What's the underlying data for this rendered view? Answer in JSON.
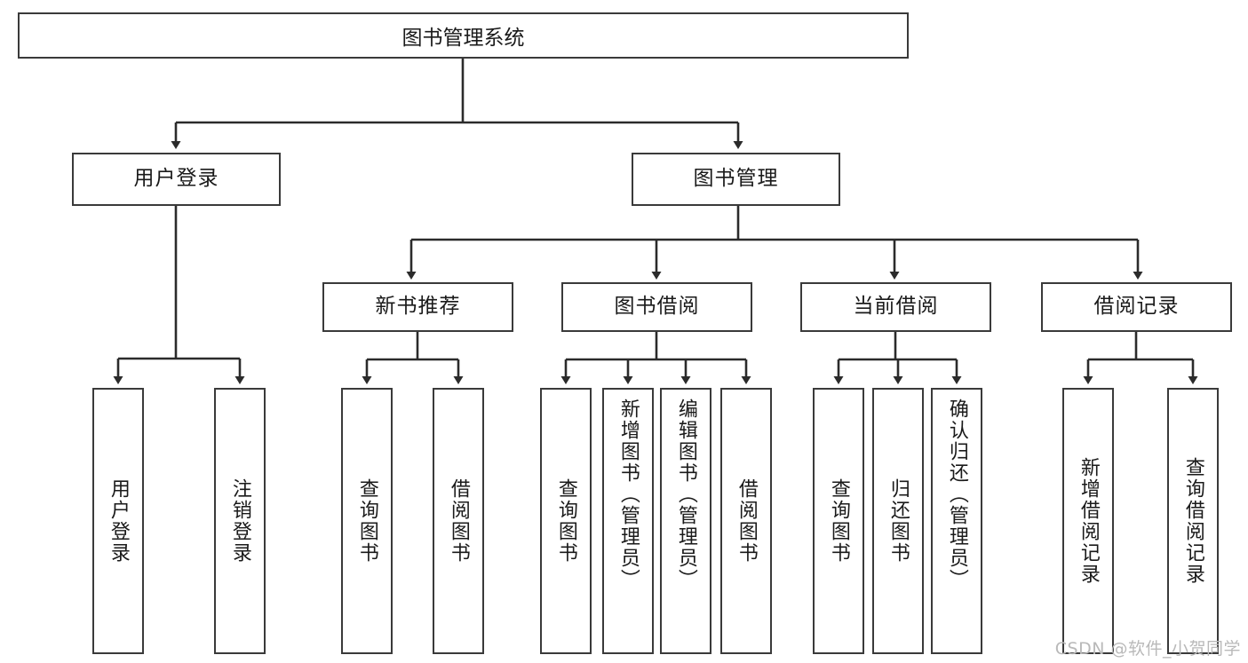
{
  "diagram": {
    "title": "图书管理系统",
    "type": "tree-hierarchy-diagram",
    "colors": {
      "box_border": "#3a3a3a",
      "box_fill": "#ffffff",
      "edge": "#2b2b2b",
      "text": "#1a1a1a",
      "watermark": "#b9b9b9",
      "background": "#ffffff"
    },
    "root": {
      "label": "图书管理系统"
    },
    "level2": [
      {
        "id": "user-login",
        "label": "用户登录"
      },
      {
        "id": "book-manage",
        "label": "图书管理"
      }
    ],
    "level3": [
      {
        "id": "new-book-recommend",
        "label": "新书推荐",
        "parent": "book-manage"
      },
      {
        "id": "book-borrow",
        "label": "图书借阅",
        "parent": "book-manage"
      },
      {
        "id": "current-borrow",
        "label": "当前借阅",
        "parent": "book-manage"
      },
      {
        "id": "borrow-record",
        "label": "借阅记录",
        "parent": "book-manage"
      }
    ],
    "leaves": {
      "user-login": [
        {
          "id": "leaf-user-login",
          "label": "用户登录"
        },
        {
          "id": "leaf-logout-login",
          "label": "注销登录"
        }
      ],
      "new-book-recommend": [
        {
          "id": "leaf-query-book-1",
          "label": "查询图书"
        },
        {
          "id": "leaf-borrow-book-1",
          "label": "借阅图书"
        }
      ],
      "book-borrow": [
        {
          "id": "leaf-query-book-2",
          "label": "查询图书"
        },
        {
          "id": "leaf-add-book",
          "label": "新增图书（管理员）"
        },
        {
          "id": "leaf-edit-book",
          "label": "编辑图书（管理员）"
        },
        {
          "id": "leaf-borrow-book-2",
          "label": "借阅图书"
        }
      ],
      "current-borrow": [
        {
          "id": "leaf-query-book-3",
          "label": "查询图书"
        },
        {
          "id": "leaf-return-book",
          "label": "归还图书"
        },
        {
          "id": "leaf-confirm-return",
          "label": "确认归还（管理员）"
        }
      ],
      "borrow-record": [
        {
          "id": "leaf-add-record",
          "label": "新增借阅记录"
        },
        {
          "id": "leaf-query-record",
          "label": "查询借阅记录"
        }
      ]
    },
    "watermark": "CSDN @软件_小贺同学"
  }
}
